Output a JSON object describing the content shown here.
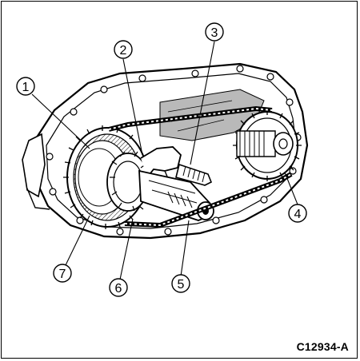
{
  "figure": {
    "code": "C12934-A"
  },
  "callouts": [
    {
      "id": "1",
      "label": "1"
    },
    {
      "id": "2",
      "label": "2"
    },
    {
      "id": "3",
      "label": "3"
    },
    {
      "id": "4",
      "label": "4"
    },
    {
      "id": "5",
      "label": "5"
    },
    {
      "id": "6",
      "label": "6"
    },
    {
      "id": "7",
      "label": "7"
    }
  ],
  "colors": {
    "ink": "#000000",
    "paper": "#ffffff",
    "housing_fill": "#ffffff",
    "cavity_fill": "#b9b9b9"
  }
}
